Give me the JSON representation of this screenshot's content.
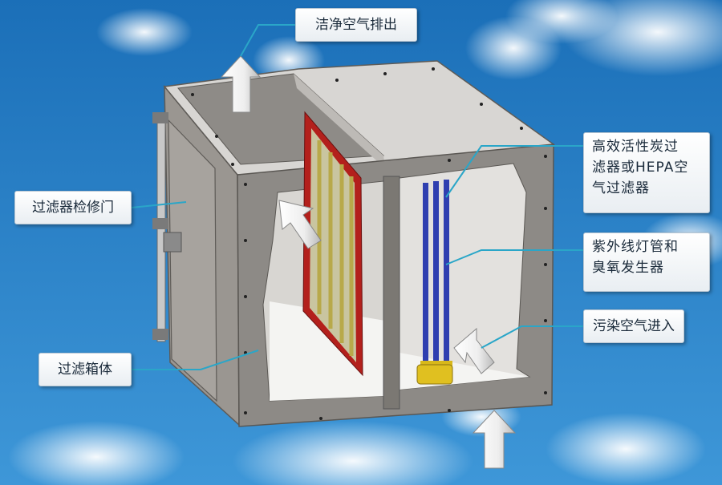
{
  "labels": {
    "clean_air_out": "洁净空气排出",
    "access_door": "过滤器检修门",
    "filter_box": "过滤箱体",
    "filter_line1": "高效活性炭过",
    "filter_line2": "滤器或HEPA空",
    "filter_line3": "气过滤器",
    "uv_line1": "紫外线灯管和",
    "uv_line2": "臭氧发生器",
    "polluted_air_in": "污染空气进入"
  },
  "colors": {
    "sky_top": "#1b6fb8",
    "sky_bottom": "#3e97d8",
    "housing": "#8d8a86",
    "housing_dark": "#6f6c68",
    "interior": "#e8e6e3",
    "filter_frame": "#b3201c",
    "filter_mesh": "#b8a94a",
    "uv_tube": "#2f3fb0",
    "ozone_block": "#d8b81a",
    "leader_line": "#2aa6c8"
  }
}
